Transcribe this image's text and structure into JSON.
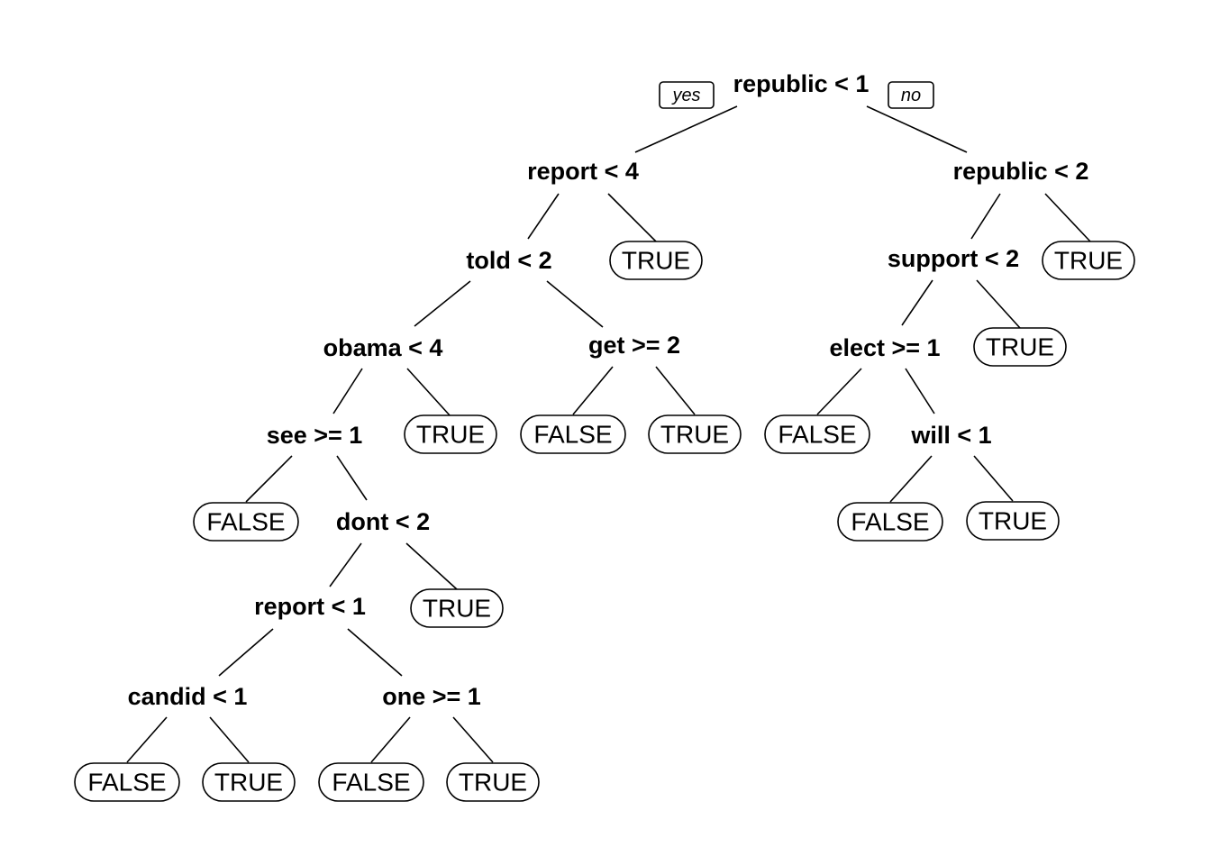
{
  "diagram": {
    "branch_labels": {
      "yes": "yes",
      "no": "no"
    },
    "nodes": [
      {
        "id": "n1",
        "kind": "split",
        "label": "republic < 1"
      },
      {
        "id": "n2",
        "kind": "split",
        "label": "report < 4"
      },
      {
        "id": "n3",
        "kind": "split",
        "label": "republic < 2"
      },
      {
        "id": "n4",
        "kind": "split",
        "label": "told < 2"
      },
      {
        "id": "n5",
        "kind": "leaf",
        "label": "TRUE"
      },
      {
        "id": "n6",
        "kind": "split",
        "label": "support < 2"
      },
      {
        "id": "n7",
        "kind": "leaf",
        "label": "TRUE"
      },
      {
        "id": "n8",
        "kind": "split",
        "label": "obama < 4"
      },
      {
        "id": "n9",
        "kind": "split",
        "label": "get >= 2"
      },
      {
        "id": "n10",
        "kind": "split",
        "label": "elect >= 1"
      },
      {
        "id": "n11",
        "kind": "leaf",
        "label": "TRUE"
      },
      {
        "id": "n12",
        "kind": "split",
        "label": "see >= 1"
      },
      {
        "id": "n13",
        "kind": "leaf",
        "label": "TRUE"
      },
      {
        "id": "n14",
        "kind": "leaf",
        "label": "FALSE"
      },
      {
        "id": "n15",
        "kind": "leaf",
        "label": "TRUE"
      },
      {
        "id": "n16",
        "kind": "leaf",
        "label": "FALSE"
      },
      {
        "id": "n17",
        "kind": "split",
        "label": "will < 1"
      },
      {
        "id": "n18",
        "kind": "leaf",
        "label": "FALSE"
      },
      {
        "id": "n19",
        "kind": "split",
        "label": "dont < 2"
      },
      {
        "id": "n20",
        "kind": "leaf",
        "label": "FALSE"
      },
      {
        "id": "n21",
        "kind": "leaf",
        "label": "TRUE"
      },
      {
        "id": "n22",
        "kind": "split",
        "label": "report < 1"
      },
      {
        "id": "n23",
        "kind": "leaf",
        "label": "TRUE"
      },
      {
        "id": "n24",
        "kind": "split",
        "label": "candid < 1"
      },
      {
        "id": "n25",
        "kind": "split",
        "label": "one >= 1"
      },
      {
        "id": "n26",
        "kind": "leaf",
        "label": "FALSE"
      },
      {
        "id": "n27",
        "kind": "leaf",
        "label": "TRUE"
      },
      {
        "id": "n28",
        "kind": "leaf",
        "label": "FALSE"
      },
      {
        "id": "n29",
        "kind": "leaf",
        "label": "TRUE"
      }
    ],
    "edges": [
      [
        "n1",
        "n2"
      ],
      [
        "n1",
        "n3"
      ],
      [
        "n2",
        "n4"
      ],
      [
        "n2",
        "n5"
      ],
      [
        "n3",
        "n6"
      ],
      [
        "n3",
        "n7"
      ],
      [
        "n4",
        "n8"
      ],
      [
        "n4",
        "n9"
      ],
      [
        "n6",
        "n10"
      ],
      [
        "n6",
        "n11"
      ],
      [
        "n8",
        "n12"
      ],
      [
        "n8",
        "n13"
      ],
      [
        "n9",
        "n14"
      ],
      [
        "n9",
        "n15"
      ],
      [
        "n10",
        "n16"
      ],
      [
        "n10",
        "n17"
      ],
      [
        "n12",
        "n18"
      ],
      [
        "n12",
        "n19"
      ],
      [
        "n17",
        "n20"
      ],
      [
        "n17",
        "n21"
      ],
      [
        "n19",
        "n22"
      ],
      [
        "n19",
        "n23"
      ],
      [
        "n22",
        "n24"
      ],
      [
        "n22",
        "n25"
      ],
      [
        "n24",
        "n26"
      ],
      [
        "n24",
        "n27"
      ],
      [
        "n25",
        "n28"
      ],
      [
        "n25",
        "n29"
      ]
    ]
  }
}
